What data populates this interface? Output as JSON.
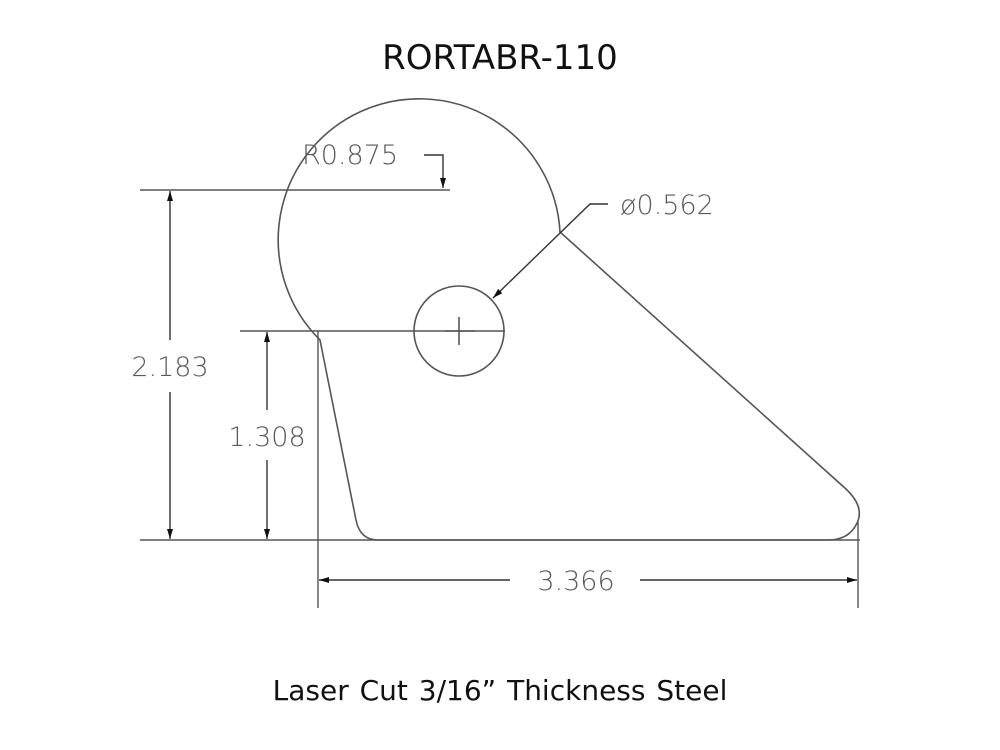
{
  "title": "RORTABR-110",
  "caption": "Laser Cut 3/16” Thickness  Steel",
  "dimensions": {
    "radius": "R0.875",
    "hole_diameter": "ø0.562",
    "overall_height": "2.183",
    "hole_center_height": "1.308",
    "overall_width": "3.366"
  },
  "colors": {
    "line": "#555555",
    "text": "#111111",
    "dim_text": "#5a5a5a",
    "background": "#ffffff"
  }
}
